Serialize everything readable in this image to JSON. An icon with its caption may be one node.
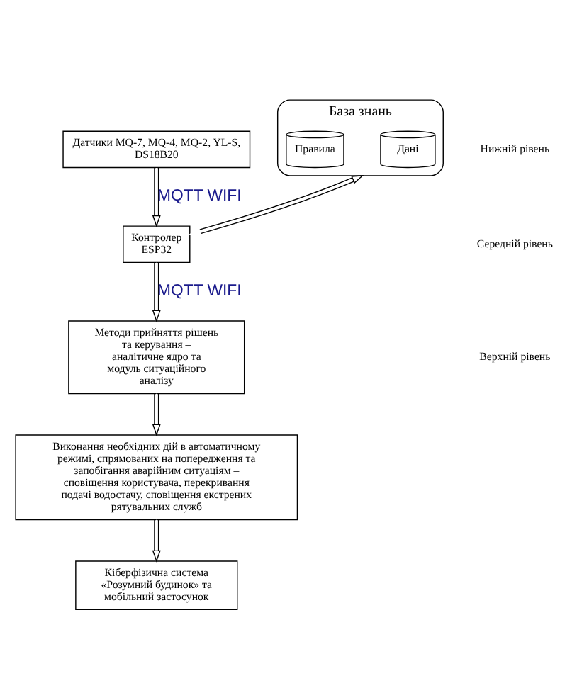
{
  "diagram": {
    "nodes": [
      {
        "text": [
          "Датчики MQ-7, MQ-4, MQ-2, YL-S, DS18B20"
        ]
      },
      {
        "text": [
          "Контролер ESP32"
        ]
      },
      {
        "text": [
          "База знань"
        ]
      },
      {
        "text": [
          "Дані"
        ],
        "in": 2
      },
      {
        "text": [
          "Правила"
        ],
        "in": 2
      },
      {
        "text": [
          "Методи прийняття рішень та керування – аналітичне ядро та модуль ситуаційного аналізу"
        ]
      },
      {
        "text": [
          "Виконання необхідних дій в автоматичному режимі, спрямованих на попередження та запобігання аварійним ситуаціям – сповіщення користувача, перекривання подачі водостачу, сповіщення екстрених рятувальних служб"
        ]
      },
      {
        "text": [
          "Кіберфізична система «Розумний будинок» та мобільний застосунок"
        ]
      }
    ],
    "edges": [
      {
        "from": 0,
        "to": 1,
        "arrow": "to",
        "label": "MQTT WIFI"
      },
      {
        "from": 1,
        "to": 2,
        "arrow": "both"
      },
      {
        "from": 1,
        "to": 5,
        "arrow": "to",
        "label": "MQTT WIFI"
      },
      {
        "from": 5,
        "to": 6,
        "arrow": "to"
      },
      {
        "from": 6,
        "to": 7,
        "arrow": "to"
      }
    ],
    "labels": [
      "Нижній рівень",
      "Середній рівень",
      "Верхній рівень"
    ]
  }
}
